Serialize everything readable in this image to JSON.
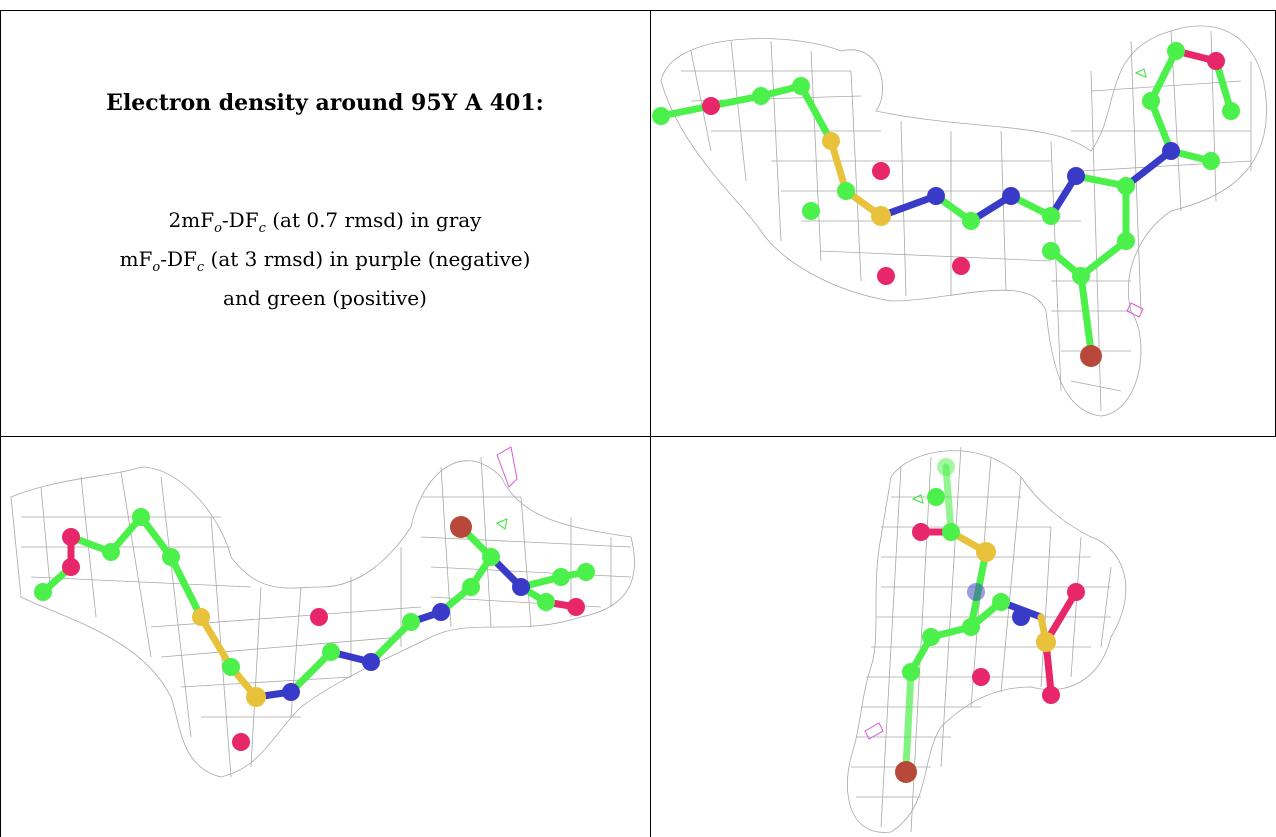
{
  "caption": {
    "title": "Electron density around 95Y A 401:",
    "line1": {
      "prefix": "2mF",
      "sub1": "o",
      "mid": "-DF",
      "sub2": "c",
      "suffix": " (at 0.7 rmsd) in gray"
    },
    "line2": {
      "prefix": "mF",
      "sub1": "o",
      "mid": "-DF",
      "sub2": "c",
      "suffix": " (at 3 rmsd) in purple (negative)"
    },
    "line3": "and green (positive)"
  },
  "colors": {
    "carbon": "#4cf04a",
    "oxygen": "#e8276a",
    "nitrogen": "#3a3ac8",
    "sulfur": "#e8c23a",
    "bromine": "#b8483a",
    "mesh": "#9a9a9a",
    "neg_density": "#d85ad8",
    "pos_density": "#38e038"
  },
  "panels": [
    {
      "name": "view-top-right"
    },
    {
      "name": "view-bottom-left"
    },
    {
      "name": "view-bottom-right"
    }
  ]
}
